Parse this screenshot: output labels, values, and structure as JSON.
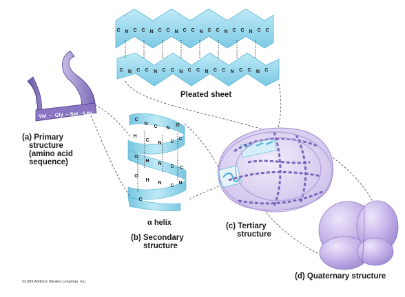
{
  "labels": {
    "primary": [
      "(a) Primary",
      "structure",
      "(amino acid",
      "sequence)"
    ],
    "secondary": [
      "(b) Secondary",
      "structure"
    ],
    "tertiary": [
      "(c) Tertiary",
      "structure"
    ],
    "quaternary": "(d) Quaternary structure",
    "pleated_sheet": "Pleated sheet",
    "alpha_helix": "α helix"
  },
  "amino_acids": [
    "Val",
    "Gly",
    "Ser",
    "Leu"
  ],
  "copyright": "©1999 Addison Wesley Longman, Inc.",
  "atoms": {
    "sheet_top_row": [
      "C",
      "N",
      "C",
      "C",
      "N",
      "C",
      "C",
      "N",
      "C",
      "C",
      "N",
      "C",
      "C",
      "N",
      "C",
      "C",
      "N",
      "C",
      "C"
    ],
    "sheet_bottom_row": [
      "C",
      "N",
      "C",
      "C",
      "N",
      "C",
      "C",
      "N",
      "C",
      "C",
      "N",
      "C",
      "C",
      "N",
      "C",
      "C",
      "N",
      "C"
    ],
    "helix": [
      "C",
      "N",
      "C",
      "N",
      "O",
      "H",
      "C",
      "N",
      "C",
      "C",
      "O",
      "H",
      "N",
      "C",
      "C",
      "O",
      "H",
      "N",
      "C",
      "N",
      "C"
    ]
  },
  "colors": {
    "sheet": "#8fd6ee",
    "sheet_dark": "#5bb7d6",
    "ribbon": "#9b8bc9",
    "ribbon_dark": "#5a4a9a",
    "tertiary": "#c9b9e6",
    "quaternary": "#bba6e0",
    "dashed": "#555555"
  }
}
